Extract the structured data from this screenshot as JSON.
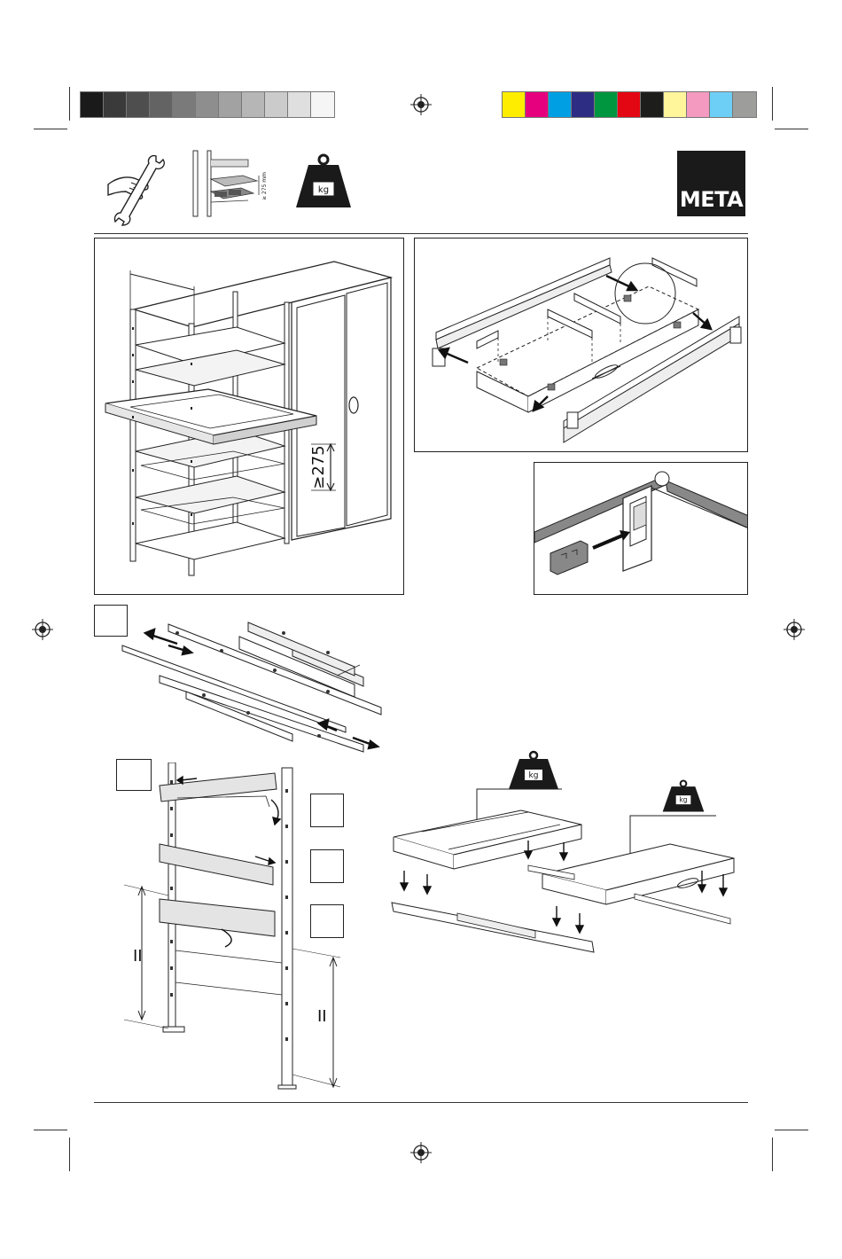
{
  "header": {
    "brand_logo": "META",
    "icons": [
      "wrench-hand-icon",
      "shelf-drawer-icon",
      "kg-weight-icon"
    ],
    "clearance_label": "≥ 275 mm"
  },
  "weight_label": "kg",
  "color_bar": {
    "grays": [
      "#1a1a1a",
      "#3a3a3a",
      "#4e4e4e",
      "#636363",
      "#7a7a7a",
      "#8e8e8e",
      "#a2a2a2",
      "#b6b6b6",
      "#cbcbcb",
      "#dfdfdf",
      "#f5f5f5"
    ],
    "colors": [
      "#ffed00",
      "#e6007e",
      "#009fe3",
      "#2d2e83",
      "#009640",
      "#e30613",
      "#1d1d1b",
      "#fff59b",
      "#f49ac1",
      "#6dcff6",
      "#9d9d9c"
    ]
  },
  "figures": {
    "cabinet_dimension": "≥275",
    "height_mark_left": "II",
    "height_mark_right": "II"
  }
}
